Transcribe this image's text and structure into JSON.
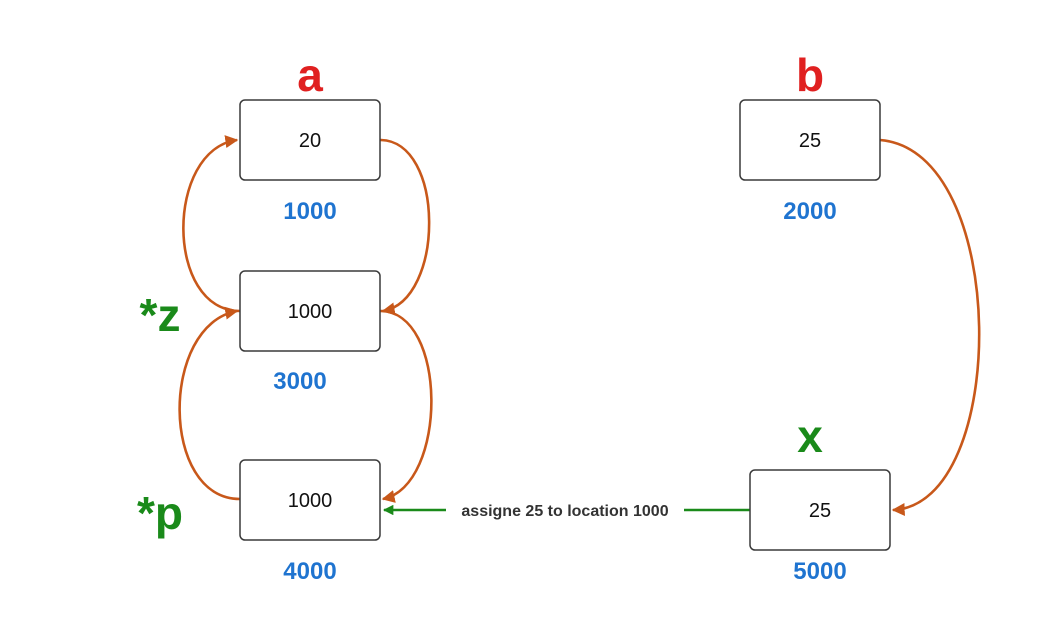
{
  "colors": {
    "variable_red": "#e02020",
    "variable_green": "#1a8a1a",
    "address_blue": "#1f74d0",
    "pointer_arrow": "#c8581a",
    "assign_arrow": "#1a8a1a"
  },
  "nodes": {
    "a": {
      "label": "a",
      "value": "20",
      "address": "1000"
    },
    "b": {
      "label": "b",
      "value": "25",
      "address": "2000"
    },
    "z": {
      "label": "*z",
      "value": "1000",
      "address": "3000"
    },
    "p": {
      "label": "*p",
      "value": "1000",
      "address": "4000"
    },
    "x": {
      "label": "x",
      "value": "25",
      "address": "5000"
    }
  },
  "assign_note": "assigne 25 to location 1000"
}
